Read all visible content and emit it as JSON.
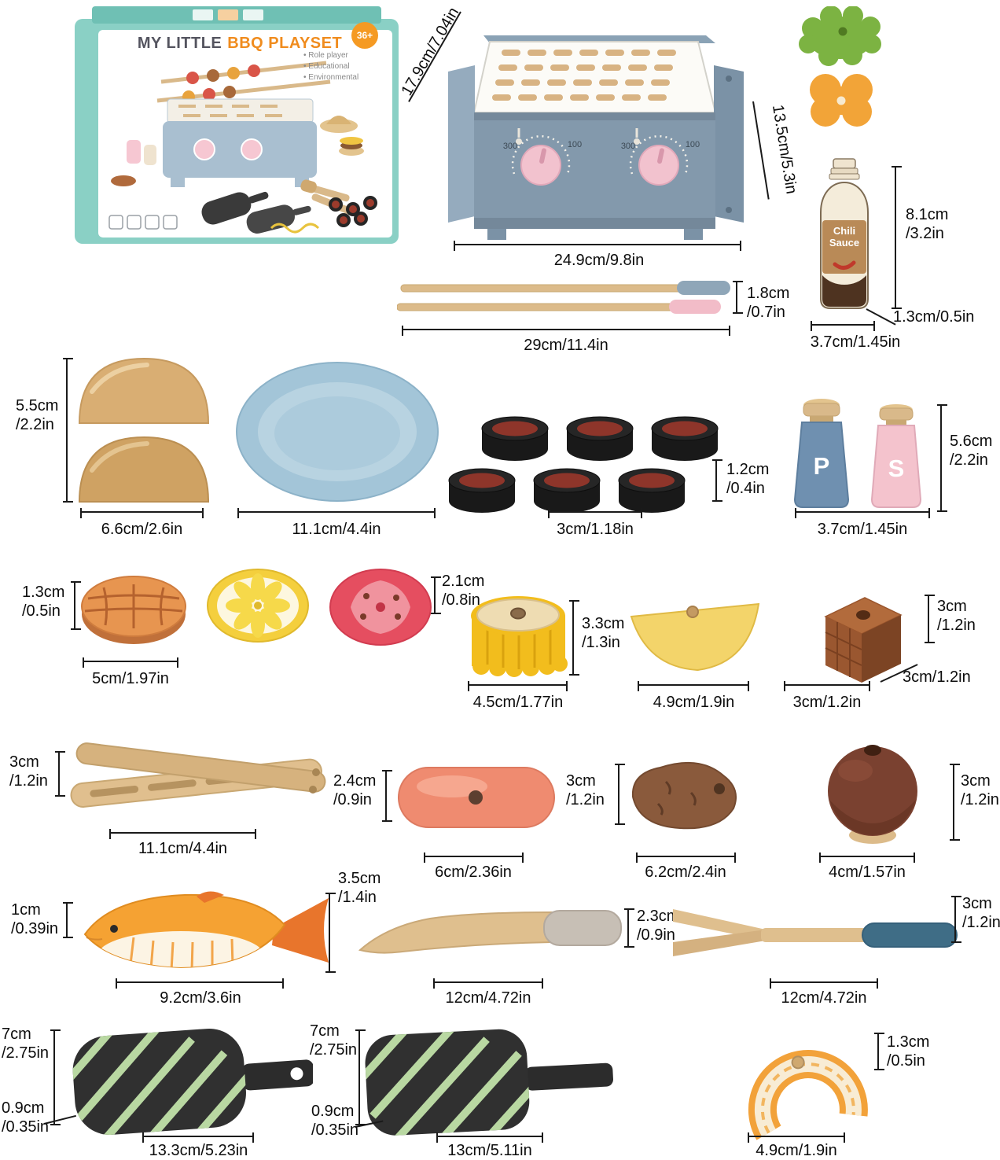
{
  "box": {
    "title_1": "MY LITTLE",
    "title_2": "BBQ PLAYSET",
    "age_badge": "36+",
    "features": [
      "Role player",
      "Educational",
      "Environmental"
    ]
  },
  "grill": {
    "dial_low": "300",
    "dial_high": "100"
  },
  "bottle_label": "Chili\nSauce",
  "shaker_p": "P",
  "shaker_s": "S",
  "dims": {
    "grill_depth": "17.9cm/7.04in",
    "grill_height": "13.5cm/5.3in",
    "grill_width": "24.9cm/9.8in",
    "sauce_height": "8.1cm\n/3.2in",
    "sauce_base": "1.3cm/0.5in",
    "sauce_width": "3.7cm/1.45in",
    "skewer_thickness": "1.8cm\n/0.7in",
    "skewer_length": "29cm/11.4in",
    "bun_height": "5.5cm\n/2.2in",
    "bun_width": "6.6cm/2.6in",
    "plate_width": "11.1cm/4.4in",
    "patty_height": "1.2cm\n/0.4in",
    "patty_width": "3cm/1.18in",
    "shaker_height": "5.6cm\n/2.2in",
    "shaker_width": "3.7cm/1.45in",
    "bread_height": "1.3cm\n/0.5in",
    "bread_width": "5cm/1.97in",
    "tomato_height": "2.1cm\n/0.8in",
    "corn_height": "3.3cm\n/1.3in",
    "corn_width": "4.5cm/1.77in",
    "cheese_width": "4.9cm/1.9in",
    "cube_height": "3cm\n/1.2in",
    "cube_depth": "3cm/1.2in",
    "cube_width": "3cm/1.2in",
    "tong_height": "3cm\n/1.2in",
    "tong_length": "11.1cm/4.4in",
    "sausage_height": "2.4cm\n/0.9in",
    "sausage_length": "6cm/2.36in",
    "potato_height": "3cm\n/1.2in",
    "potato_length": "6.2cm/2.4in",
    "onion_height": "3cm\n/1.2in",
    "onion_width": "4cm/1.57in",
    "fish_thickness": "1cm\n/0.39in",
    "fish_height": "3.5cm\n/1.4in",
    "fish_length": "9.2cm/3.6in",
    "knife_length": "12cm/4.72in",
    "knife_height": "2.3cm\n/0.9in",
    "fork_height": "3cm\n/1.2in",
    "fork_length": "12cm/4.72in",
    "pan1_height": "7cm\n/2.75in",
    "pan1_thickness": "0.9cm\n/0.35in",
    "pan1_length": "13.3cm/5.23in",
    "pan2_height": "7cm\n/2.75in",
    "pan2_thickness": "0.9cm\n/0.35in",
    "pan2_length": "13cm/5.11in",
    "salmon_height": "1.3cm\n/0.5in",
    "salmon_width": "4.9cm/1.9in"
  }
}
